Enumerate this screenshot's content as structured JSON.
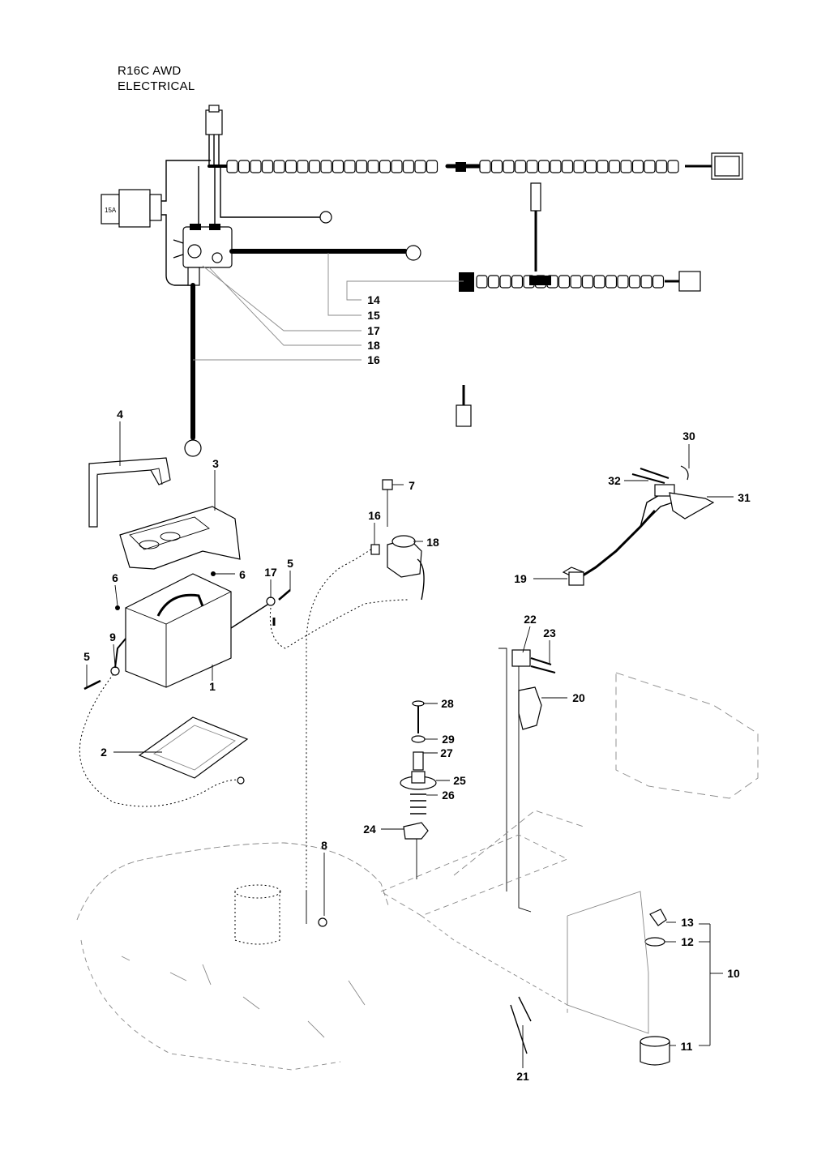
{
  "title": {
    "line1": "R16C AWD",
    "line2": "ELECTRICAL"
  },
  "callouts": [
    {
      "id": "c1",
      "text": "1"
    },
    {
      "id": "c2",
      "text": "2"
    },
    {
      "id": "c3",
      "text": "3"
    },
    {
      "id": "c4",
      "text": "4"
    },
    {
      "id": "c5a",
      "text": "5"
    },
    {
      "id": "c5b",
      "text": "5"
    },
    {
      "id": "c6a",
      "text": "6"
    },
    {
      "id": "c6b",
      "text": "6"
    },
    {
      "id": "c7",
      "text": "7"
    },
    {
      "id": "c8",
      "text": "8"
    },
    {
      "id": "c9",
      "text": "9"
    },
    {
      "id": "c10",
      "text": "10"
    },
    {
      "id": "c11",
      "text": "11"
    },
    {
      "id": "c12",
      "text": "12"
    },
    {
      "id": "c13",
      "text": "13"
    },
    {
      "id": "c14",
      "text": "14"
    },
    {
      "id": "c15",
      "text": "15"
    },
    {
      "id": "c16a",
      "text": "16"
    },
    {
      "id": "c16b",
      "text": "16"
    },
    {
      "id": "c17a",
      "text": "17"
    },
    {
      "id": "c17b",
      "text": "17"
    },
    {
      "id": "c18a",
      "text": "18"
    },
    {
      "id": "c18b",
      "text": "18"
    },
    {
      "id": "c19",
      "text": "19"
    },
    {
      "id": "c20",
      "text": "20"
    },
    {
      "id": "c21",
      "text": "21"
    },
    {
      "id": "c22",
      "text": "22"
    },
    {
      "id": "c23",
      "text": "23"
    },
    {
      "id": "c24",
      "text": "24"
    },
    {
      "id": "c25",
      "text": "25"
    },
    {
      "id": "c26",
      "text": "26"
    },
    {
      "id": "c27",
      "text": "27"
    },
    {
      "id": "c28",
      "text": "28"
    },
    {
      "id": "c29",
      "text": "29"
    },
    {
      "id": "c30",
      "text": "30"
    },
    {
      "id": "c31",
      "text": "31"
    },
    {
      "id": "c32",
      "text": "32"
    }
  ],
  "relay_label": "15A"
}
